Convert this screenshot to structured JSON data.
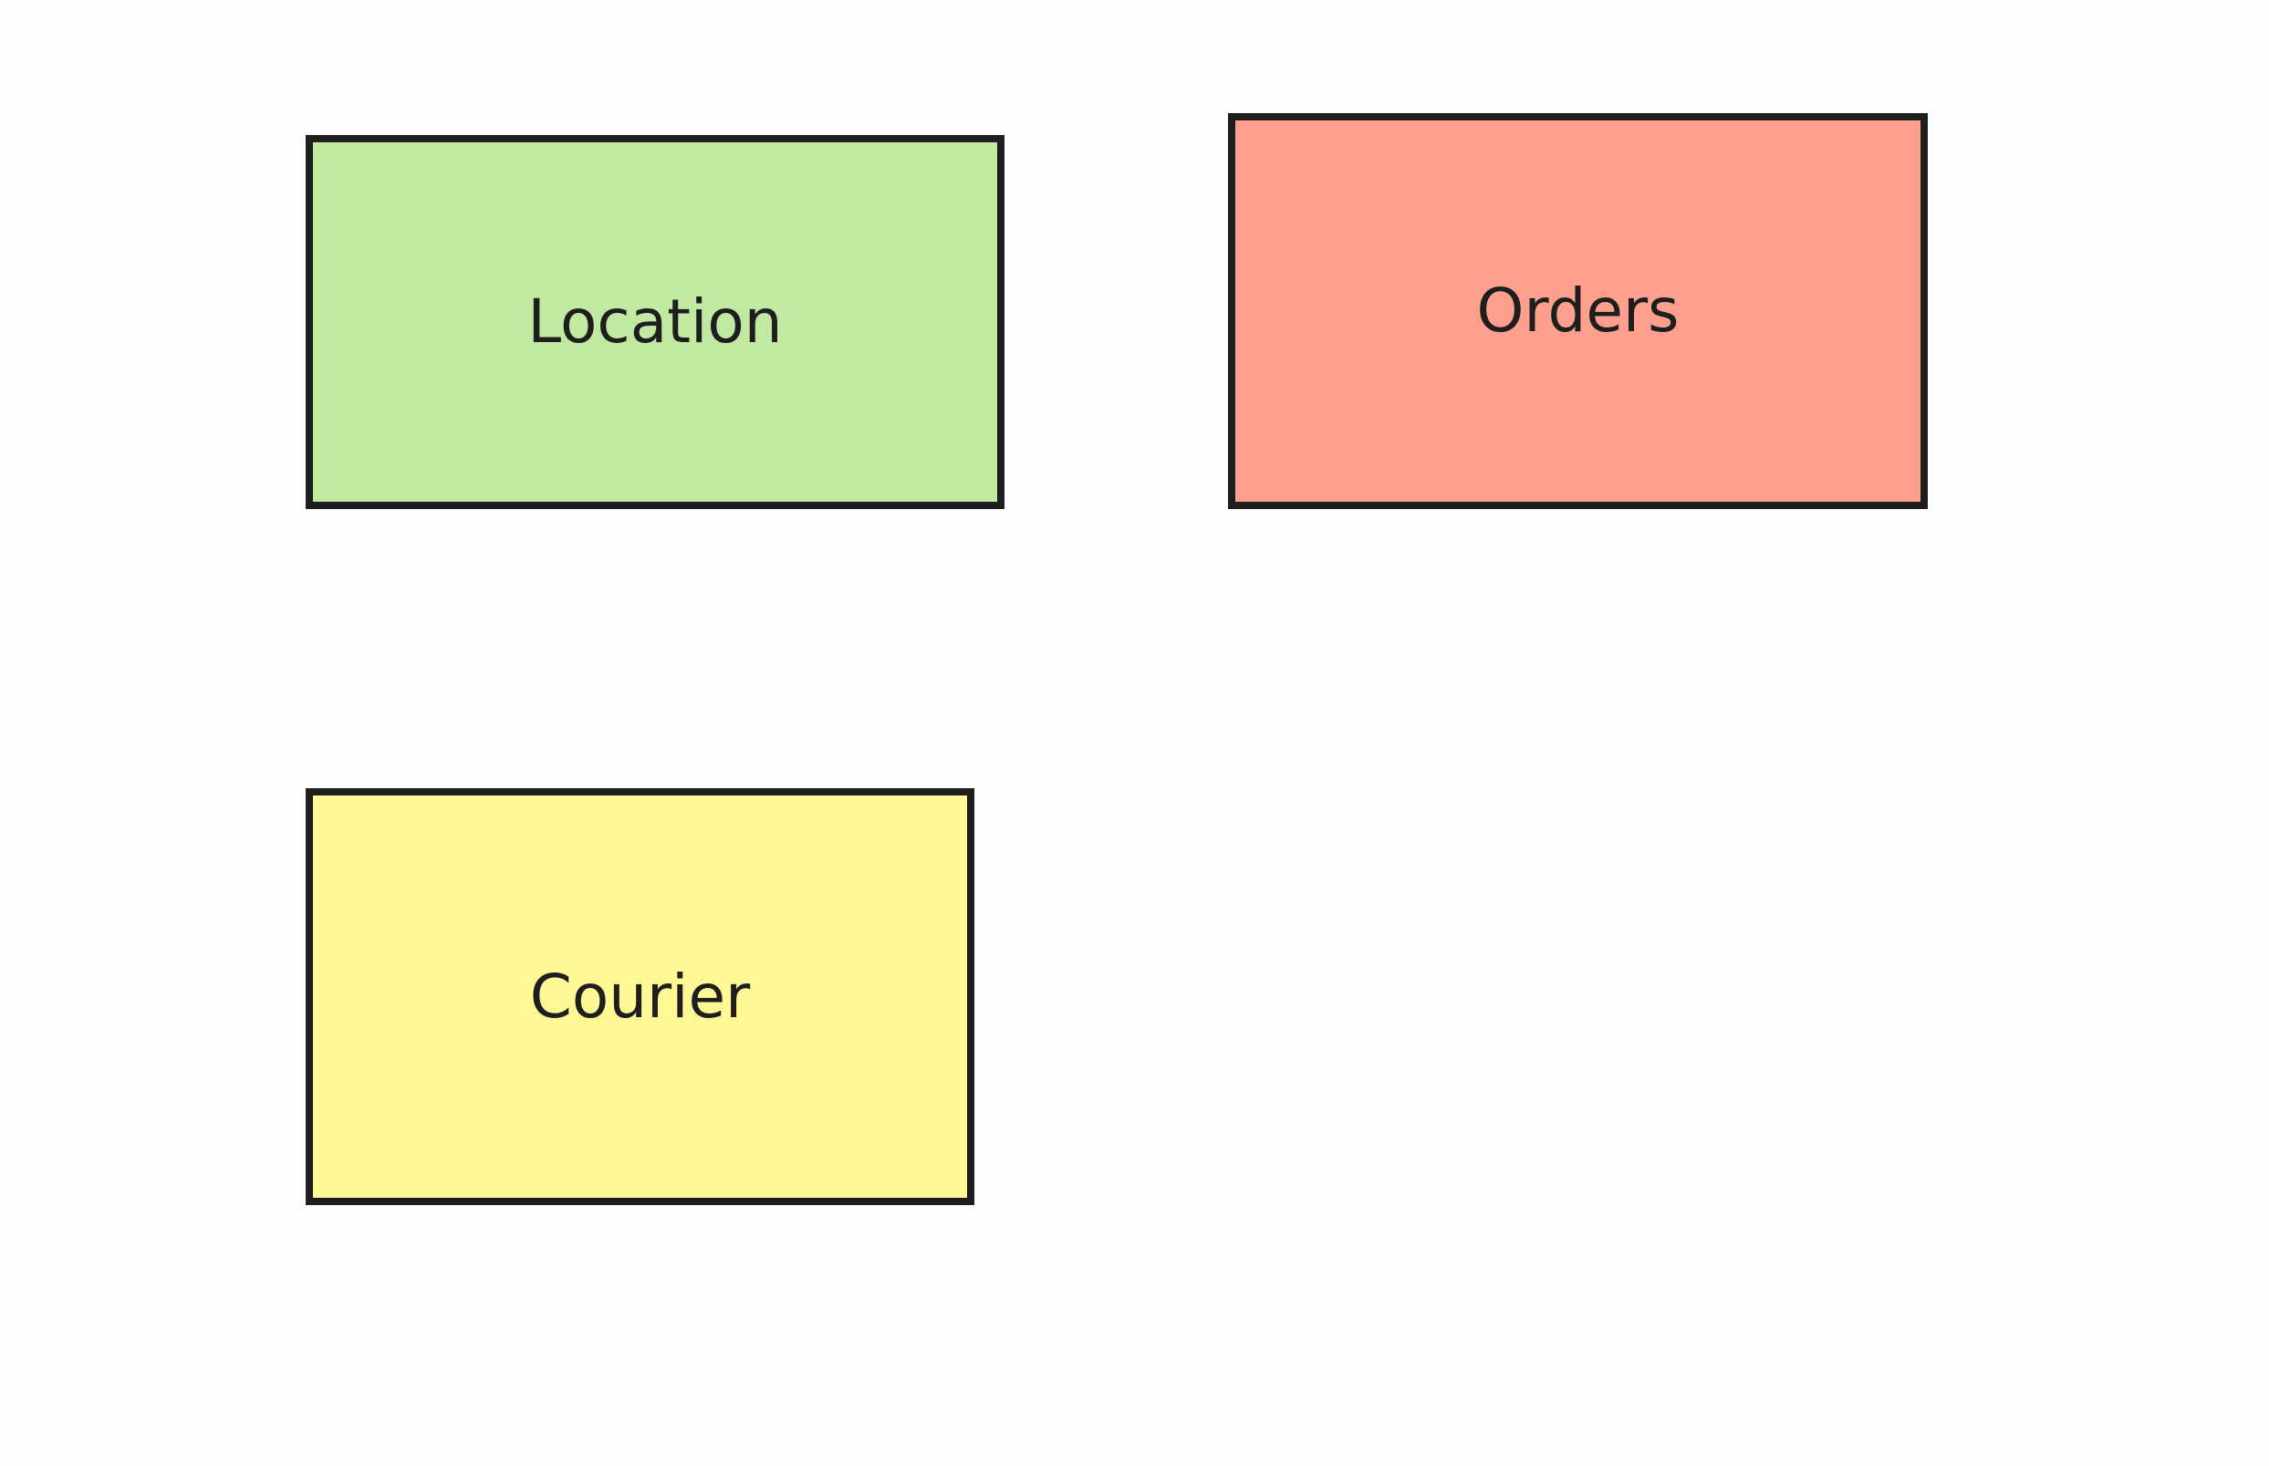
{
  "diagram": {
    "nodes": [
      {
        "id": "location",
        "label": "Location",
        "fill": "#c1e9a2"
      },
      {
        "id": "orders",
        "label": "Orders",
        "fill": "#ffa08e"
      },
      {
        "id": "courier",
        "label": "Courier",
        "fill": "#fff895"
      }
    ],
    "border_color": "#1e1e1e",
    "background": "#fefefe"
  }
}
